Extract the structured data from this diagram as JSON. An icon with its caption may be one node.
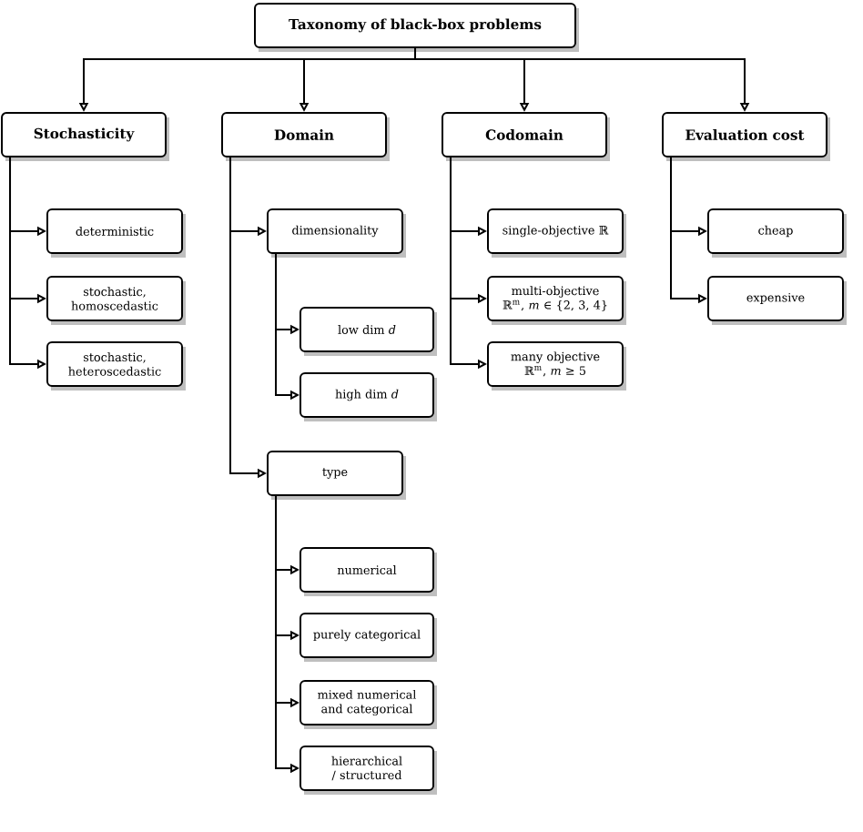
{
  "diagram": {
    "nodes": [
      {
        "text": [
          "Taxonomy of black-box problems"
        ]
      },
      {
        "text": [
          "Stochasticity"
        ]
      },
      {
        "text": [
          "Domain"
        ]
      },
      {
        "text": [
          "Codomain"
        ]
      },
      {
        "text": [
          "Evaluation cost"
        ]
      },
      {
        "text": [
          "deterministic"
        ]
      },
      {
        "text": [
          "stochastic, homoscedastic"
        ]
      },
      {
        "text": [
          "stochastic, heteroscedastic"
        ]
      },
      {
        "text": [
          "dimensionality"
        ]
      },
      {
        "text": [
          "low dim *d*"
        ]
      },
      {
        "text": [
          "high dim *d*"
        ]
      },
      {
        "text": [
          "type"
        ]
      },
      {
        "text": [
          "numerical"
        ]
      },
      {
        "text": [
          "purely categorical"
        ]
      },
      {
        "text": [
          "mixed numerical and categorical"
        ]
      },
      {
        "text": [
          "hierarchical / structured"
        ]
      },
      {
        "text": [
          "single-objective ℝ"
        ]
      },
      {
        "text": [
          "multi-objective ℝ$^{m}$, *m* ∈ {2, 3, 4}"
        ]
      },
      {
        "text": [
          "many objective ℝ$^{m}$, *m* ≥ 5"
        ]
      },
      {
        "text": [
          "cheap"
        ]
      },
      {
        "text": [
          "expensive"
        ]
      }
    ],
    "edges": [
      {
        "from": 0,
        "to": 1,
        "arrow": "to"
      },
      {
        "from": 0,
        "to": 2,
        "arrow": "to"
      },
      {
        "from": 0,
        "to": 3,
        "arrow": "to"
      },
      {
        "from": 0,
        "to": 4,
        "arrow": "to"
      },
      {
        "from": 1,
        "to": 5,
        "arrow": "to"
      },
      {
        "from": 1,
        "to": 6,
        "arrow": "to"
      },
      {
        "from": 1,
        "to": 7,
        "arrow": "to"
      },
      {
        "from": 2,
        "to": 8,
        "arrow": "to"
      },
      {
        "from": 8,
        "to": 9,
        "arrow": "to"
      },
      {
        "from": 8,
        "to": 10,
        "arrow": "to"
      },
      {
        "from": 2,
        "to": 11,
        "arrow": "to"
      },
      {
        "from": 11,
        "to": 12,
        "arrow": "to"
      },
      {
        "from": 11,
        "to": 13,
        "arrow": "to"
      },
      {
        "from": 11,
        "to": 14,
        "arrow": "to"
      },
      {
        "from": 11,
        "to": 15,
        "arrow": "to"
      },
      {
        "from": 3,
        "to": 16,
        "arrow": "to"
      },
      {
        "from": 3,
        "to": 17,
        "arrow": "to"
      },
      {
        "from": 3,
        "to": 18,
        "arrow": "to"
      },
      {
        "from": 4,
        "to": 19,
        "arrow": "to"
      },
      {
        "from": 4,
        "to": 20,
        "arrow": "to"
      }
    ]
  }
}
